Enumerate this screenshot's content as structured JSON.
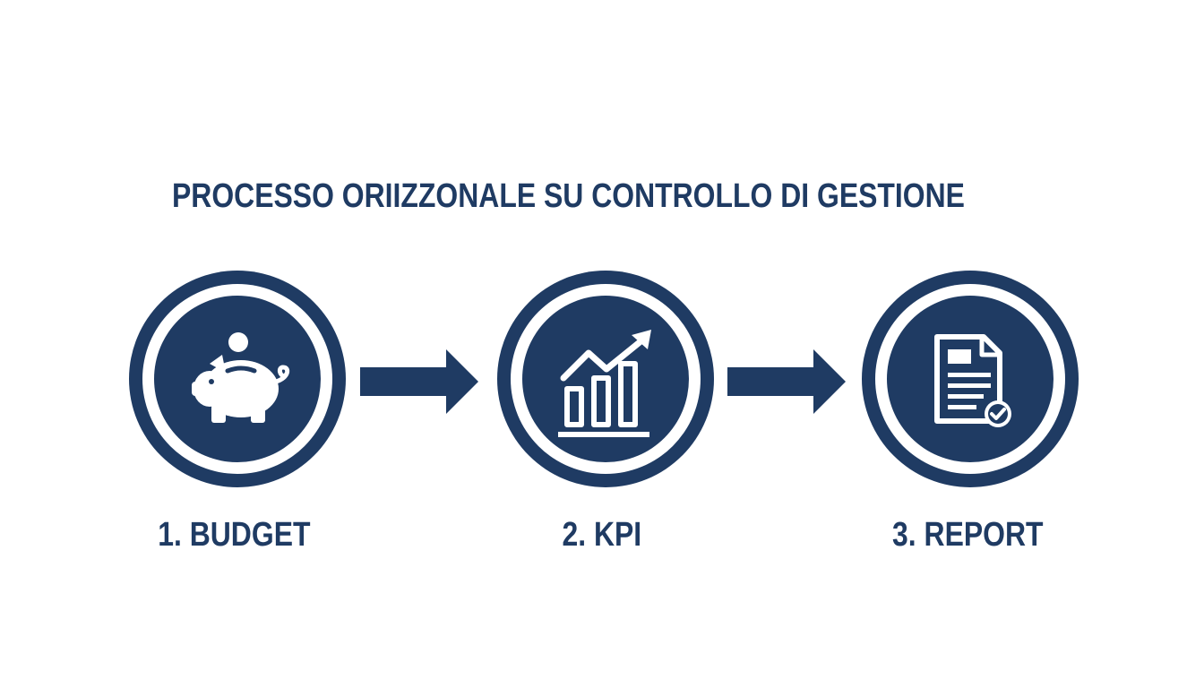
{
  "title": "PROCESSO ORIIZZONALE SU CONTROLLO DI GESTIONE",
  "colors": {
    "primary": "#1f3b63",
    "background": "#ffffff"
  },
  "steps": [
    {
      "label": "1. BUDGET",
      "icon": "piggy-bank-icon"
    },
    {
      "label": "2. KPI",
      "icon": "growth-chart-icon"
    },
    {
      "label": "3. REPORT",
      "icon": "report-document-check-icon"
    }
  ],
  "connectors": [
    {
      "icon": "arrow-right-icon"
    },
    {
      "icon": "arrow-right-icon"
    }
  ]
}
